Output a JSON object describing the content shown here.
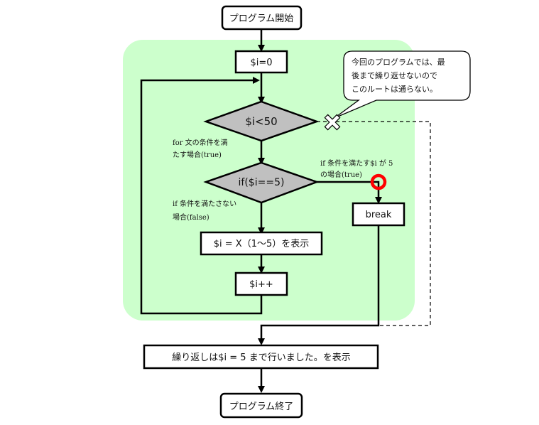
{
  "colors": {
    "loop_region": "#ccffcc",
    "decision_fill": "#c0c0c0",
    "process_fill": "#ffffff",
    "stroke": "#000000",
    "highlight_circle": "#ff0000",
    "cross_fill": "#ffffff"
  },
  "nodes": {
    "start": "プログラム開始",
    "init": "$i=0",
    "loop_condition": "$i<50",
    "if_condition": "if($i==5)",
    "display_i": "$i = X（1～5）を表示",
    "increment": "$i++",
    "break": "break",
    "display_result": "繰り返しは$i = 5 まで行いました。を表示",
    "end": "プログラム終了"
  },
  "annotations": {
    "for_true": [
      "for 文の条件を満",
      "たす場合(true)"
    ],
    "if_false": [
      "if 条件を満たさない",
      "場合(false)"
    ],
    "if_true": [
      "if 条件を満たす$i が 5",
      "の場合(true)"
    ]
  },
  "callout": {
    "lines": [
      "今回のプログラムでは、最",
      "後まで繰り返せないので",
      "このルートは通らない。"
    ]
  },
  "icons": {
    "route_blocked": "cross-icon",
    "route_taken": "circle-icon"
  }
}
